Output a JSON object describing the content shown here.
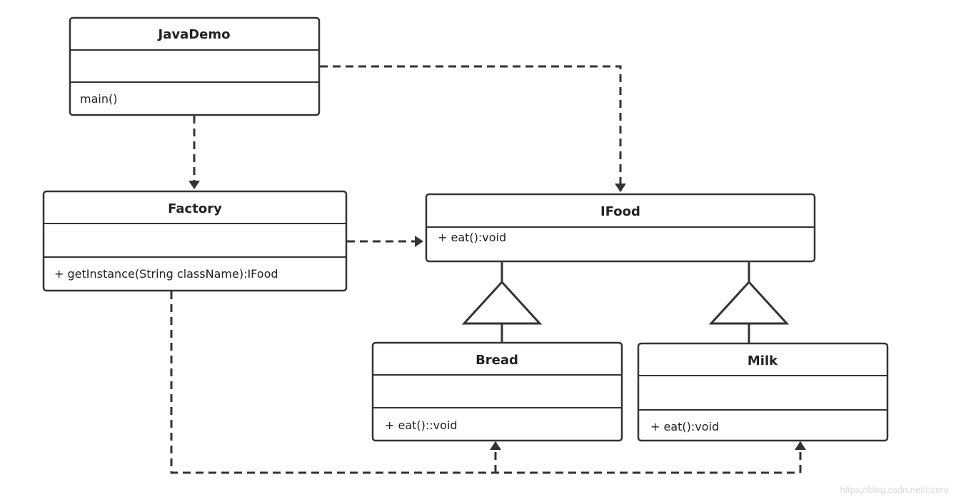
{
  "diagram": {
    "type": "uml-class",
    "classes": {
      "javademo": {
        "name": "JavaDemo",
        "attributes": "",
        "methods": "main()"
      },
      "factory": {
        "name": "Factory",
        "attributes": "",
        "methods": "+ getInstance(String className):IFood"
      },
      "ifood": {
        "name": "IFood",
        "methods": "+ eat():void"
      },
      "bread": {
        "name": "Bread",
        "attributes": "",
        "methods": "+ eat()::void"
      },
      "milk": {
        "name": "Milk",
        "attributes": "",
        "methods": "+ eat():void"
      }
    },
    "relations": [
      {
        "from": "JavaDemo",
        "to": "Factory",
        "kind": "dependency"
      },
      {
        "from": "JavaDemo",
        "to": "IFood",
        "kind": "dependency"
      },
      {
        "from": "Factory",
        "to": "IFood",
        "kind": "dependency"
      },
      {
        "from": "Factory",
        "to": "Bread",
        "kind": "dependency"
      },
      {
        "from": "Factory",
        "to": "Milk",
        "kind": "dependency"
      },
      {
        "from": "Bread",
        "to": "IFood",
        "kind": "generalization"
      },
      {
        "from": "Milk",
        "to": "IFood",
        "kind": "generalization"
      }
    ]
  },
  "watermark": "https://blog.csdn.net/rizero",
  "colors": {
    "line": "#333333",
    "text": "#222222",
    "background": "#ffffff",
    "watermark": "#d9d9d9"
  }
}
